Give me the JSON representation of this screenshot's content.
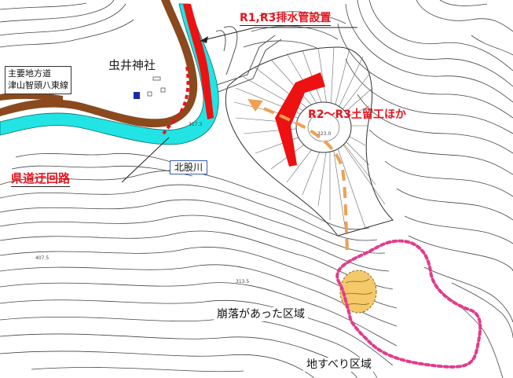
{
  "labels": {
    "drain_pipe": "R1,R3排水管設置",
    "retaining": "R2～R3土留工ほか",
    "detour": "県道迂回路",
    "shrine": "虫井神社",
    "road_line1": "主要地方道",
    "road_line2": "津山智頭八東線",
    "river": "北股川",
    "collapse": "崩落があった区域",
    "landslide": "地すべり区域"
  },
  "contour_marks": [
    "317.3",
    "407.5",
    "313.5",
    "323.0"
  ],
  "colors": {
    "road": "#8a4a1e",
    "river": "#22e4e4",
    "drain": "#ee1111",
    "flow_arrow": "#f0a050",
    "landslide_boundary": "#e23c8c",
    "collapse_fill": "#f5c96a"
  }
}
